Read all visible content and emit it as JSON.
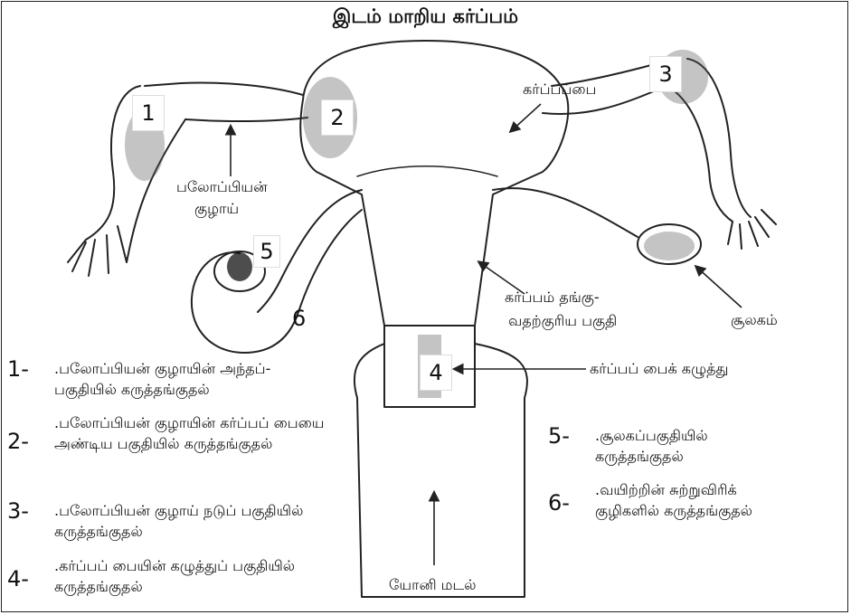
{
  "title": "இடம் மாறிய கர்ப்பம்",
  "boxes": [
    "1",
    "2",
    "3",
    "4",
    "5",
    "6"
  ],
  "labels": {
    "uterus": "கர்ப்பப்பை",
    "tube_l1": "பலோப்பியன்",
    "tube_l2": "குழாய்",
    "implant_l1": "கர்ப்பம் தங்கு-",
    "implant_l2": "வதற்குரிய பகுதி",
    "cervix": "கர்ப்பப் பைக் கழுத்து",
    "ovary": "சூலகம்",
    "vagina": "யோனி மடல்"
  },
  "legend": [
    {
      "n": "1-",
      "text": ".பலோப்பியன் குழாயின் அந்தப்-பகுதியில் கருத்தங்குதல்"
    },
    {
      "n": "2-",
      "text": ".பலோப்பியன் குழாயின் கர்ப்பப் பையை அண்டிய பகுதியில் கருத்தங்குதல்"
    },
    {
      "n": "3-",
      "text": ".பலோப்பியன் குழாய் நடுப் பகுதியில் கருத்தங்குதல்"
    },
    {
      "n": "4-",
      "text": ".கர்ப்பப் பையின் கழுத்துப் பகுதியில் கருத்தங்குதல்"
    },
    {
      "n": "5-",
      "text": ".சூலகப்பகுதியில் கருத்தங்குதல்"
    },
    {
      "n": "6-",
      "text": ".வயிற்றின் சுற்றுவிரிக் குழிகளில் கருத்தங்குதல்"
    }
  ],
  "colors": {
    "line": "#222222",
    "shade": "#555555"
  }
}
